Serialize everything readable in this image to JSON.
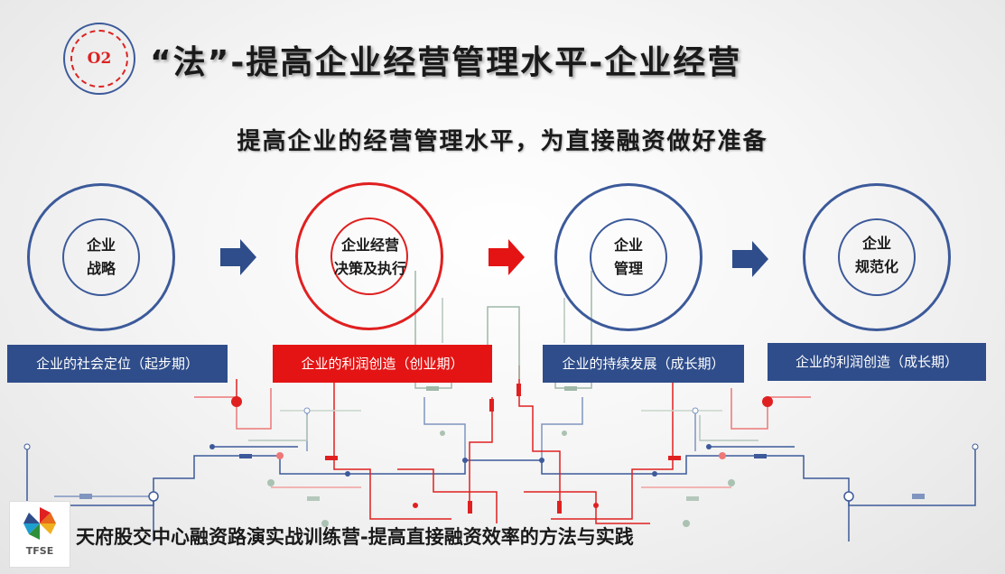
{
  "header": {
    "badge": "O2",
    "title": "“法”-提高企业经营管理水平-企业经营",
    "subtitle": "提高企业的经营管理水平，为直接融资做好准备"
  },
  "stages": [
    {
      "line1": "企业",
      "line2": "战略",
      "phase": "企业的社会定位（起步期）"
    },
    {
      "line1": "企业经营",
      "line2": "决策及执行",
      "phase": "企业的利润创造（创业期）"
    },
    {
      "line1": "企业",
      "line2": "管理",
      "phase": "企业的持续发展（成长期）"
    },
    {
      "line1": "企业",
      "line2": "规范化",
      "phase": "企业的利润创造（成长期）"
    }
  ],
  "logo": {
    "text": "TFSE"
  },
  "footer": {
    "text": "天府股交中心融资路演实战训练营-提高直接融资效率的方法与实践"
  },
  "colors": {
    "primary": "#2f4d8a",
    "accent": "#e41414"
  }
}
